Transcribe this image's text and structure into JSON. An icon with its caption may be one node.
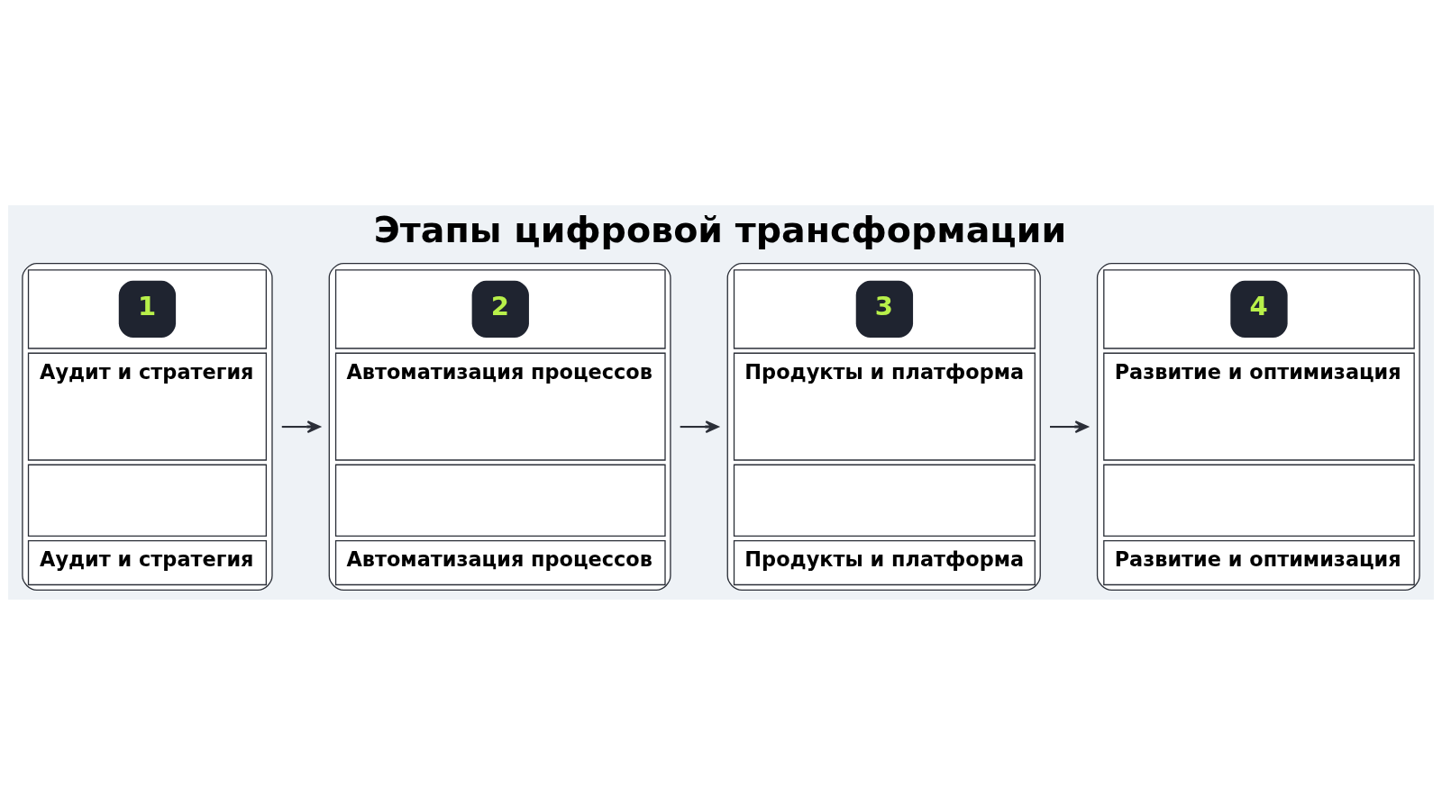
{
  "diagram": {
    "title": "Этапы цифровой трансформации",
    "nodes": [
      {
        "text": [
          "1",
          "Аудит и стратегия",
          "Аудит и стратегия"
        ]
      },
      {
        "text": [
          "2",
          "Автоматизация процессов",
          "Автоматизация процессов"
        ]
      },
      {
        "text": [
          "3",
          "Продукты и платформа",
          "Продукты и платформа"
        ]
      },
      {
        "text": [
          "4",
          "Развитие и оптимизация",
          "Развитие и оптимизация"
        ]
      }
    ],
    "edges": [
      {
        "from": 0,
        "to": 1,
        "arrow": "to"
      },
      {
        "from": 1,
        "to": 2,
        "arrow": "to"
      },
      {
        "from": 2,
        "to": 3,
        "arrow": "to"
      }
    ]
  }
}
